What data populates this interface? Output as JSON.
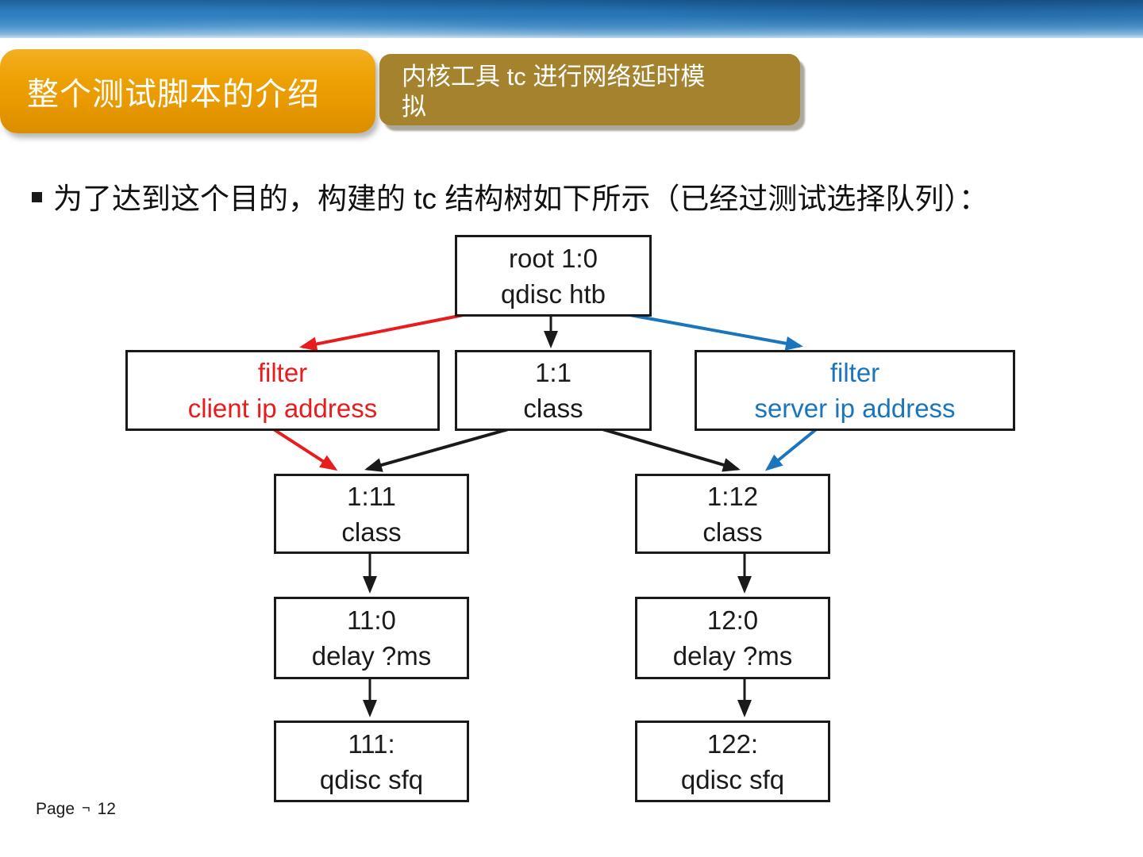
{
  "slide": {
    "title": "整个测试脚本的介绍",
    "subtitle": "内核工具 tc 进行网络延时模\n拟",
    "bullet": "为了达到这个目的，构建的 tc 结构树如下所示（已经过测试选择队列）：",
    "footer": {
      "label": "Page",
      "symbol": "¬",
      "number": "12"
    }
  },
  "colors": {
    "banner_blue": "#2f7fc0",
    "title_orange": "#e89900",
    "subtitle_gold": "#a5832e",
    "node_border_black": "#1a1a1a",
    "filter_client_red": "#e81b1d",
    "filter_server_blue": "#1b75bc"
  },
  "diagram": {
    "nodes": [
      {
        "id": "root",
        "line1": "root 1:0",
        "line2": "qdisc htb",
        "color": "black"
      },
      {
        "id": "filter-client",
        "line1": "filter",
        "line2": "client ip address",
        "color": "red"
      },
      {
        "id": "class-1-1",
        "line1": "1:1",
        "line2": "class",
        "color": "black"
      },
      {
        "id": "filter-server",
        "line1": "filter",
        "line2": "server ip address",
        "color": "blue"
      },
      {
        "id": "class-1-11",
        "line1": "1:11",
        "line2": "class",
        "color": "black"
      },
      {
        "id": "class-1-12",
        "line1": "1:12",
        "line2": "class",
        "color": "black"
      },
      {
        "id": "delay-11-0",
        "line1": "11:0",
        "line2": "delay ?ms",
        "color": "black"
      },
      {
        "id": "delay-12-0",
        "line1": "12:0",
        "line2": "delay ?ms",
        "color": "black"
      },
      {
        "id": "sfq-111",
        "line1": "111:",
        "line2": "qdisc sfq",
        "color": "black"
      },
      {
        "id": "sfq-122",
        "line1": "122:",
        "line2": "qdisc sfq",
        "color": "black"
      }
    ],
    "edges": [
      {
        "from": "root",
        "to": "class-1-1",
        "color": "black"
      },
      {
        "from": "root",
        "to": "filter-client",
        "color": "red"
      },
      {
        "from": "root",
        "to": "filter-server",
        "color": "blue"
      },
      {
        "from": "filter-client",
        "to": "class-1-11",
        "color": "red"
      },
      {
        "from": "class-1-1",
        "to": "class-1-11",
        "color": "black"
      },
      {
        "from": "class-1-1",
        "to": "class-1-12",
        "color": "black"
      },
      {
        "from": "filter-server",
        "to": "class-1-12",
        "color": "blue"
      },
      {
        "from": "class-1-11",
        "to": "delay-11-0",
        "color": "black"
      },
      {
        "from": "class-1-12",
        "to": "delay-12-0",
        "color": "black"
      },
      {
        "from": "delay-11-0",
        "to": "sfq-111",
        "color": "black"
      },
      {
        "from": "delay-12-0",
        "to": "sfq-122",
        "color": "black"
      }
    ]
  }
}
